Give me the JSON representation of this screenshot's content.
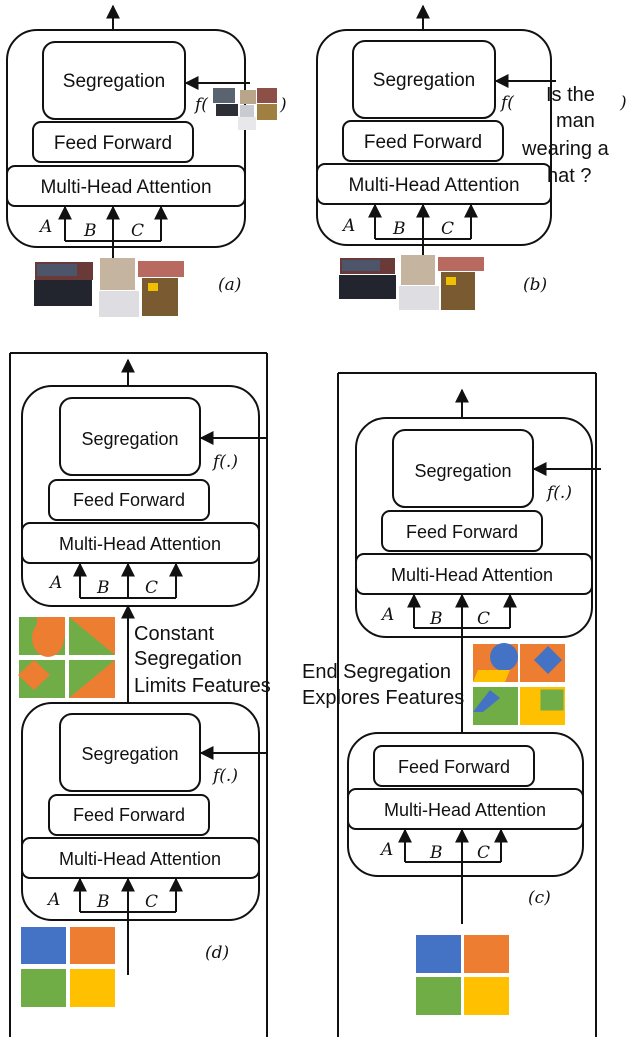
{
  "common": {
    "segregation": "Segregation",
    "feed_forward": "Feed Forward",
    "mha": "Multi-Head Attention",
    "A": "A",
    "B": "B",
    "C": "C",
    "f_open": "f(",
    "f_close": ")",
    "f_dot": "f(.)"
  },
  "panel_a": {
    "caption": "(a)"
  },
  "panel_b": {
    "caption": "(b)",
    "question": [
      "Is the",
      "man",
      "wearing a",
      "hat ?"
    ]
  },
  "panel_d": {
    "caption": "(d)",
    "note": [
      "Constant",
      "Segregation",
      "Limits Features"
    ]
  },
  "panel_c": {
    "caption": "(c)",
    "note": [
      "End Segregation",
      "Explores Features"
    ]
  },
  "colors": {
    "blue": "#4472C4",
    "orange": "#ED7D31",
    "green": "#70AD47",
    "yellow": "#FFC000"
  }
}
